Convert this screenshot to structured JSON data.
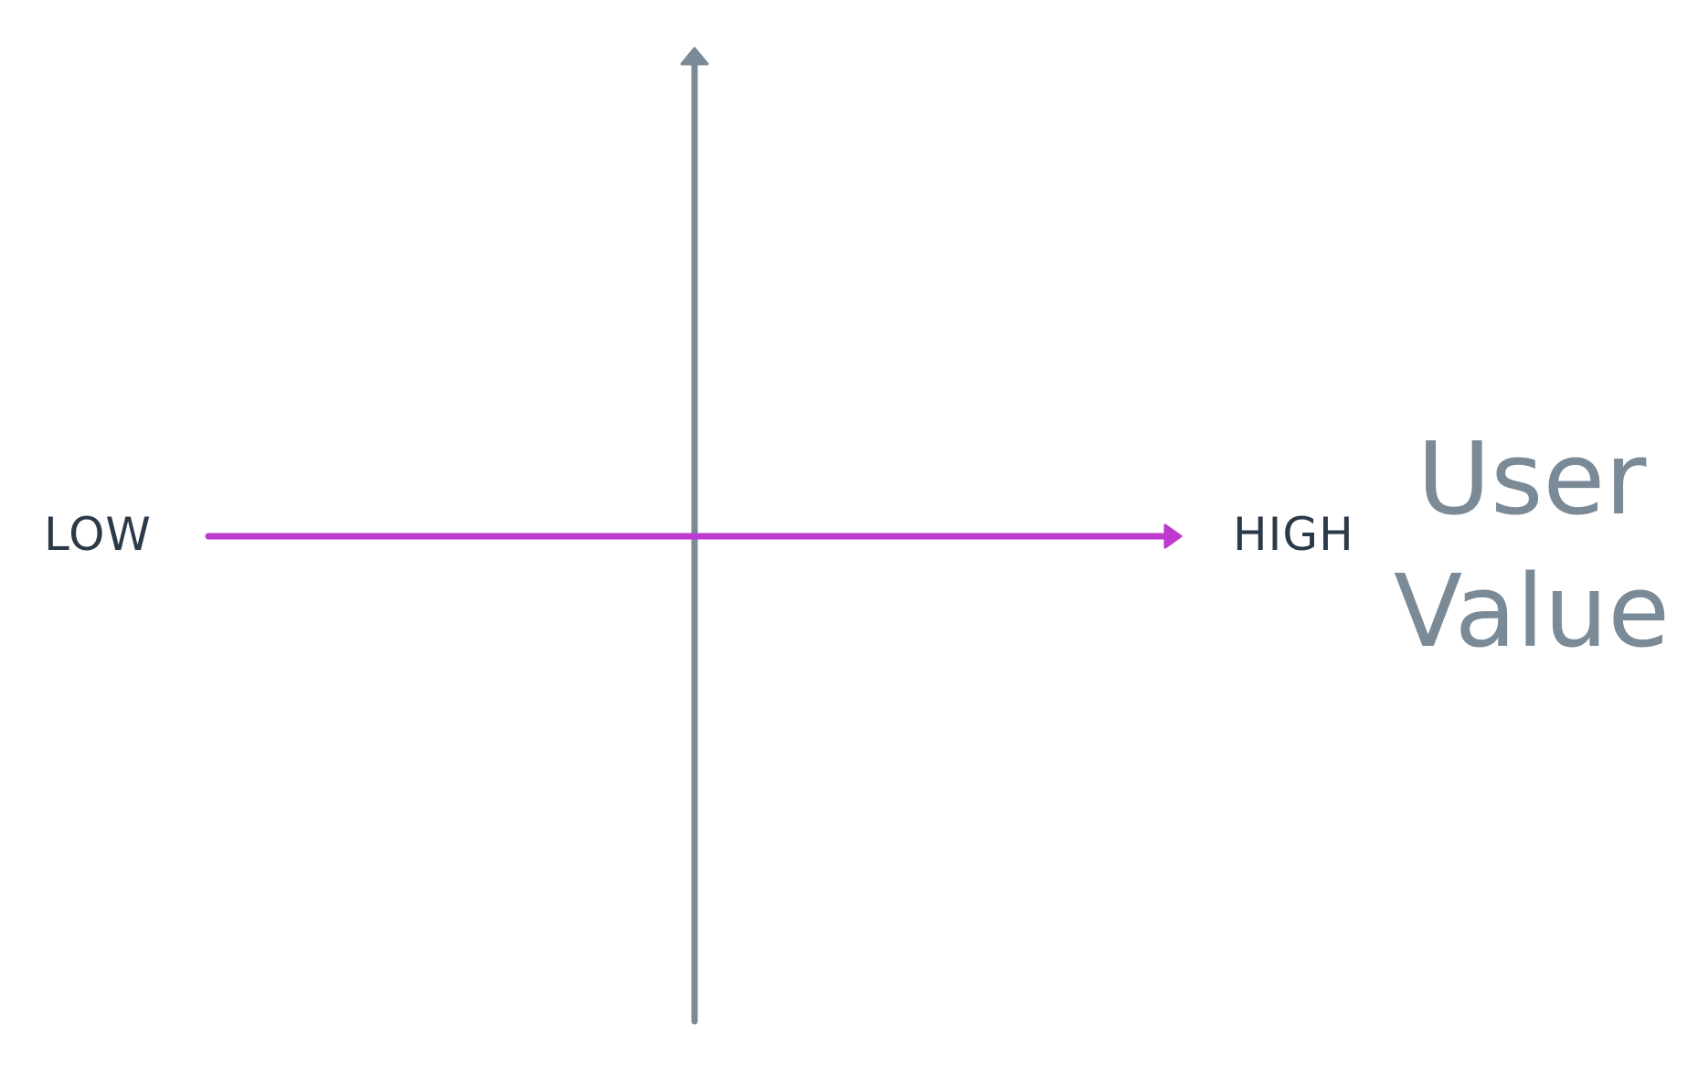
{
  "diagram": {
    "horizontal_axis": {
      "low_label": "LOW",
      "high_label": "HIGH",
      "title_line_1": "User",
      "title_line_2": "Value",
      "color": "#be39cf"
    },
    "vertical_axis": {
      "color": "#7b8a97"
    },
    "text_color": "#2b3a48",
    "title_color": "#7b8a97"
  }
}
